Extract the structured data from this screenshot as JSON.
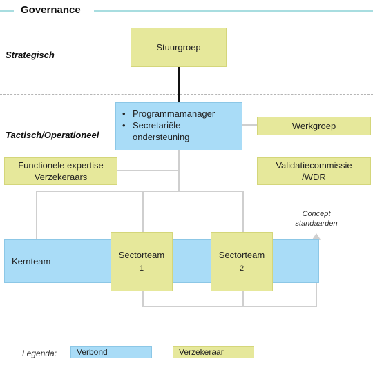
{
  "header": {
    "title": "Governance"
  },
  "rows": {
    "strategic": "Strategisch",
    "tactical": "Tactisch/Operationeel"
  },
  "boxes": {
    "stuurgroep": "Stuurgroep",
    "program_items": [
      "Programmamanager",
      "Secretariële ondersteuning"
    ],
    "werkgroep": "Werkgroep",
    "functionele_line1": "Functionele expertise",
    "functionele_line2": "Verzekeraars",
    "validatie_line1": "Validatiecommissie",
    "validatie_line2": "/WDR",
    "kernteam": "Kernteam",
    "sectorteam1_line1": "Sectorteam",
    "sectorteam1_line2": "1",
    "sectorteam2_line1": "Sectorteam",
    "sectorteam2_line2": "2"
  },
  "annotation": {
    "line1": "Concept",
    "line2": "standaarden"
  },
  "legend": {
    "label": "Legenda:",
    "items": [
      {
        "label": "Verbond",
        "color": "#a9dcf7"
      },
      {
        "label": "Verzekeraar",
        "color": "#e6e89b"
      }
    ]
  },
  "colors": {
    "accent_line": "#a8dde0",
    "verbond": "#a9dcf7",
    "verzekeraar": "#e6e89b",
    "connector": "#cfcfcf"
  }
}
